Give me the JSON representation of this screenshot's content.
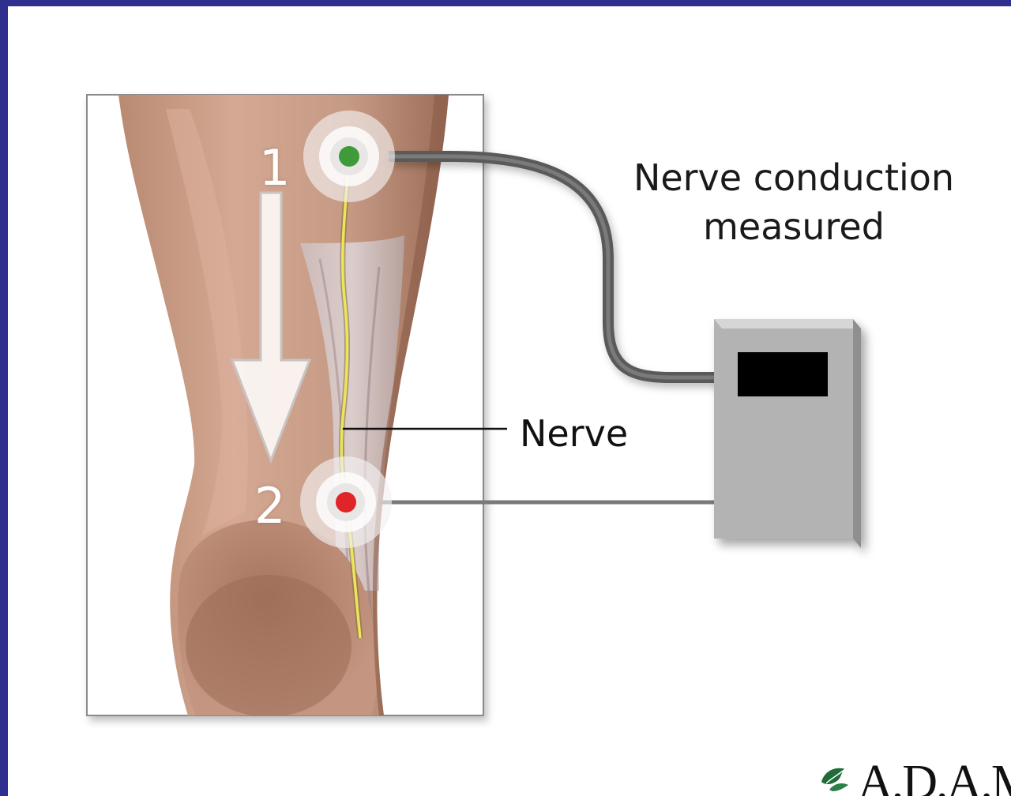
{
  "diagram": {
    "caption": {
      "line1": "Nerve conduction",
      "line2": "measured"
    },
    "nerve_label": "Nerve",
    "points": [
      {
        "label": "1",
        "electrode_color": "#3f9b3a"
      },
      {
        "label": "2",
        "electrode_color": "#e0242a"
      }
    ],
    "logo": {
      "text": "A.D.A.M."
    },
    "colors": {
      "border": "#2f2f8f",
      "skin": "#c99a82",
      "nerve": "#e8e15a",
      "device": "#b3b3b3",
      "device_screen": "#000000",
      "cable": "#5a5a5a"
    }
  }
}
